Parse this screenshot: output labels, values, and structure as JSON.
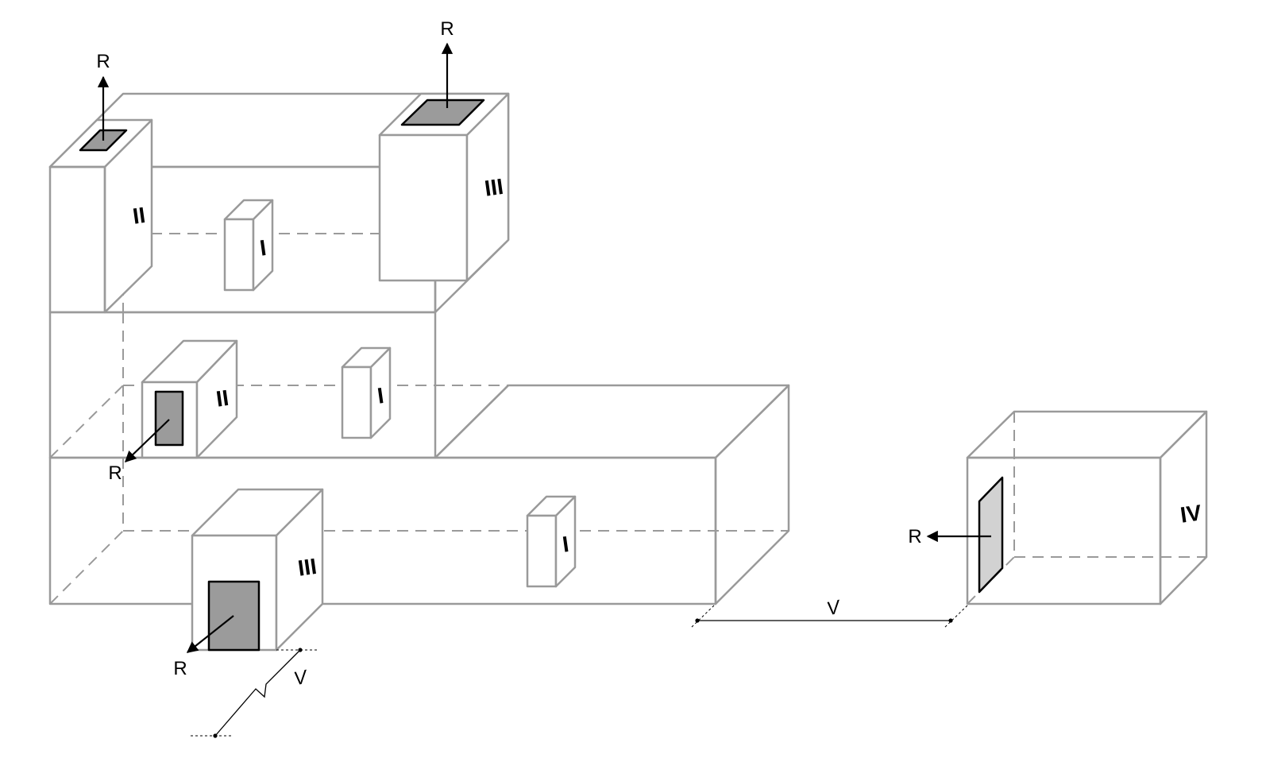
{
  "labels": {
    "r_top_left": "R",
    "r_top_right": "R",
    "r_middle": "R",
    "r_bottom": "R",
    "r_right": "R"
  },
  "room_classes": {
    "small_upper_left": "II",
    "upper_middle": "I",
    "small_upper_right": "III",
    "middle_left": "II",
    "middle_center": "I",
    "bottom_left": "III",
    "bottom_center": "I",
    "detached": "IV"
  },
  "dimensions": {
    "distance_right": "V",
    "distance_bottom": "V"
  },
  "colors": {
    "outline": "#9a9a9a",
    "vent_dark": "#9b9b9b",
    "vent_light": "#d2d2d2"
  }
}
